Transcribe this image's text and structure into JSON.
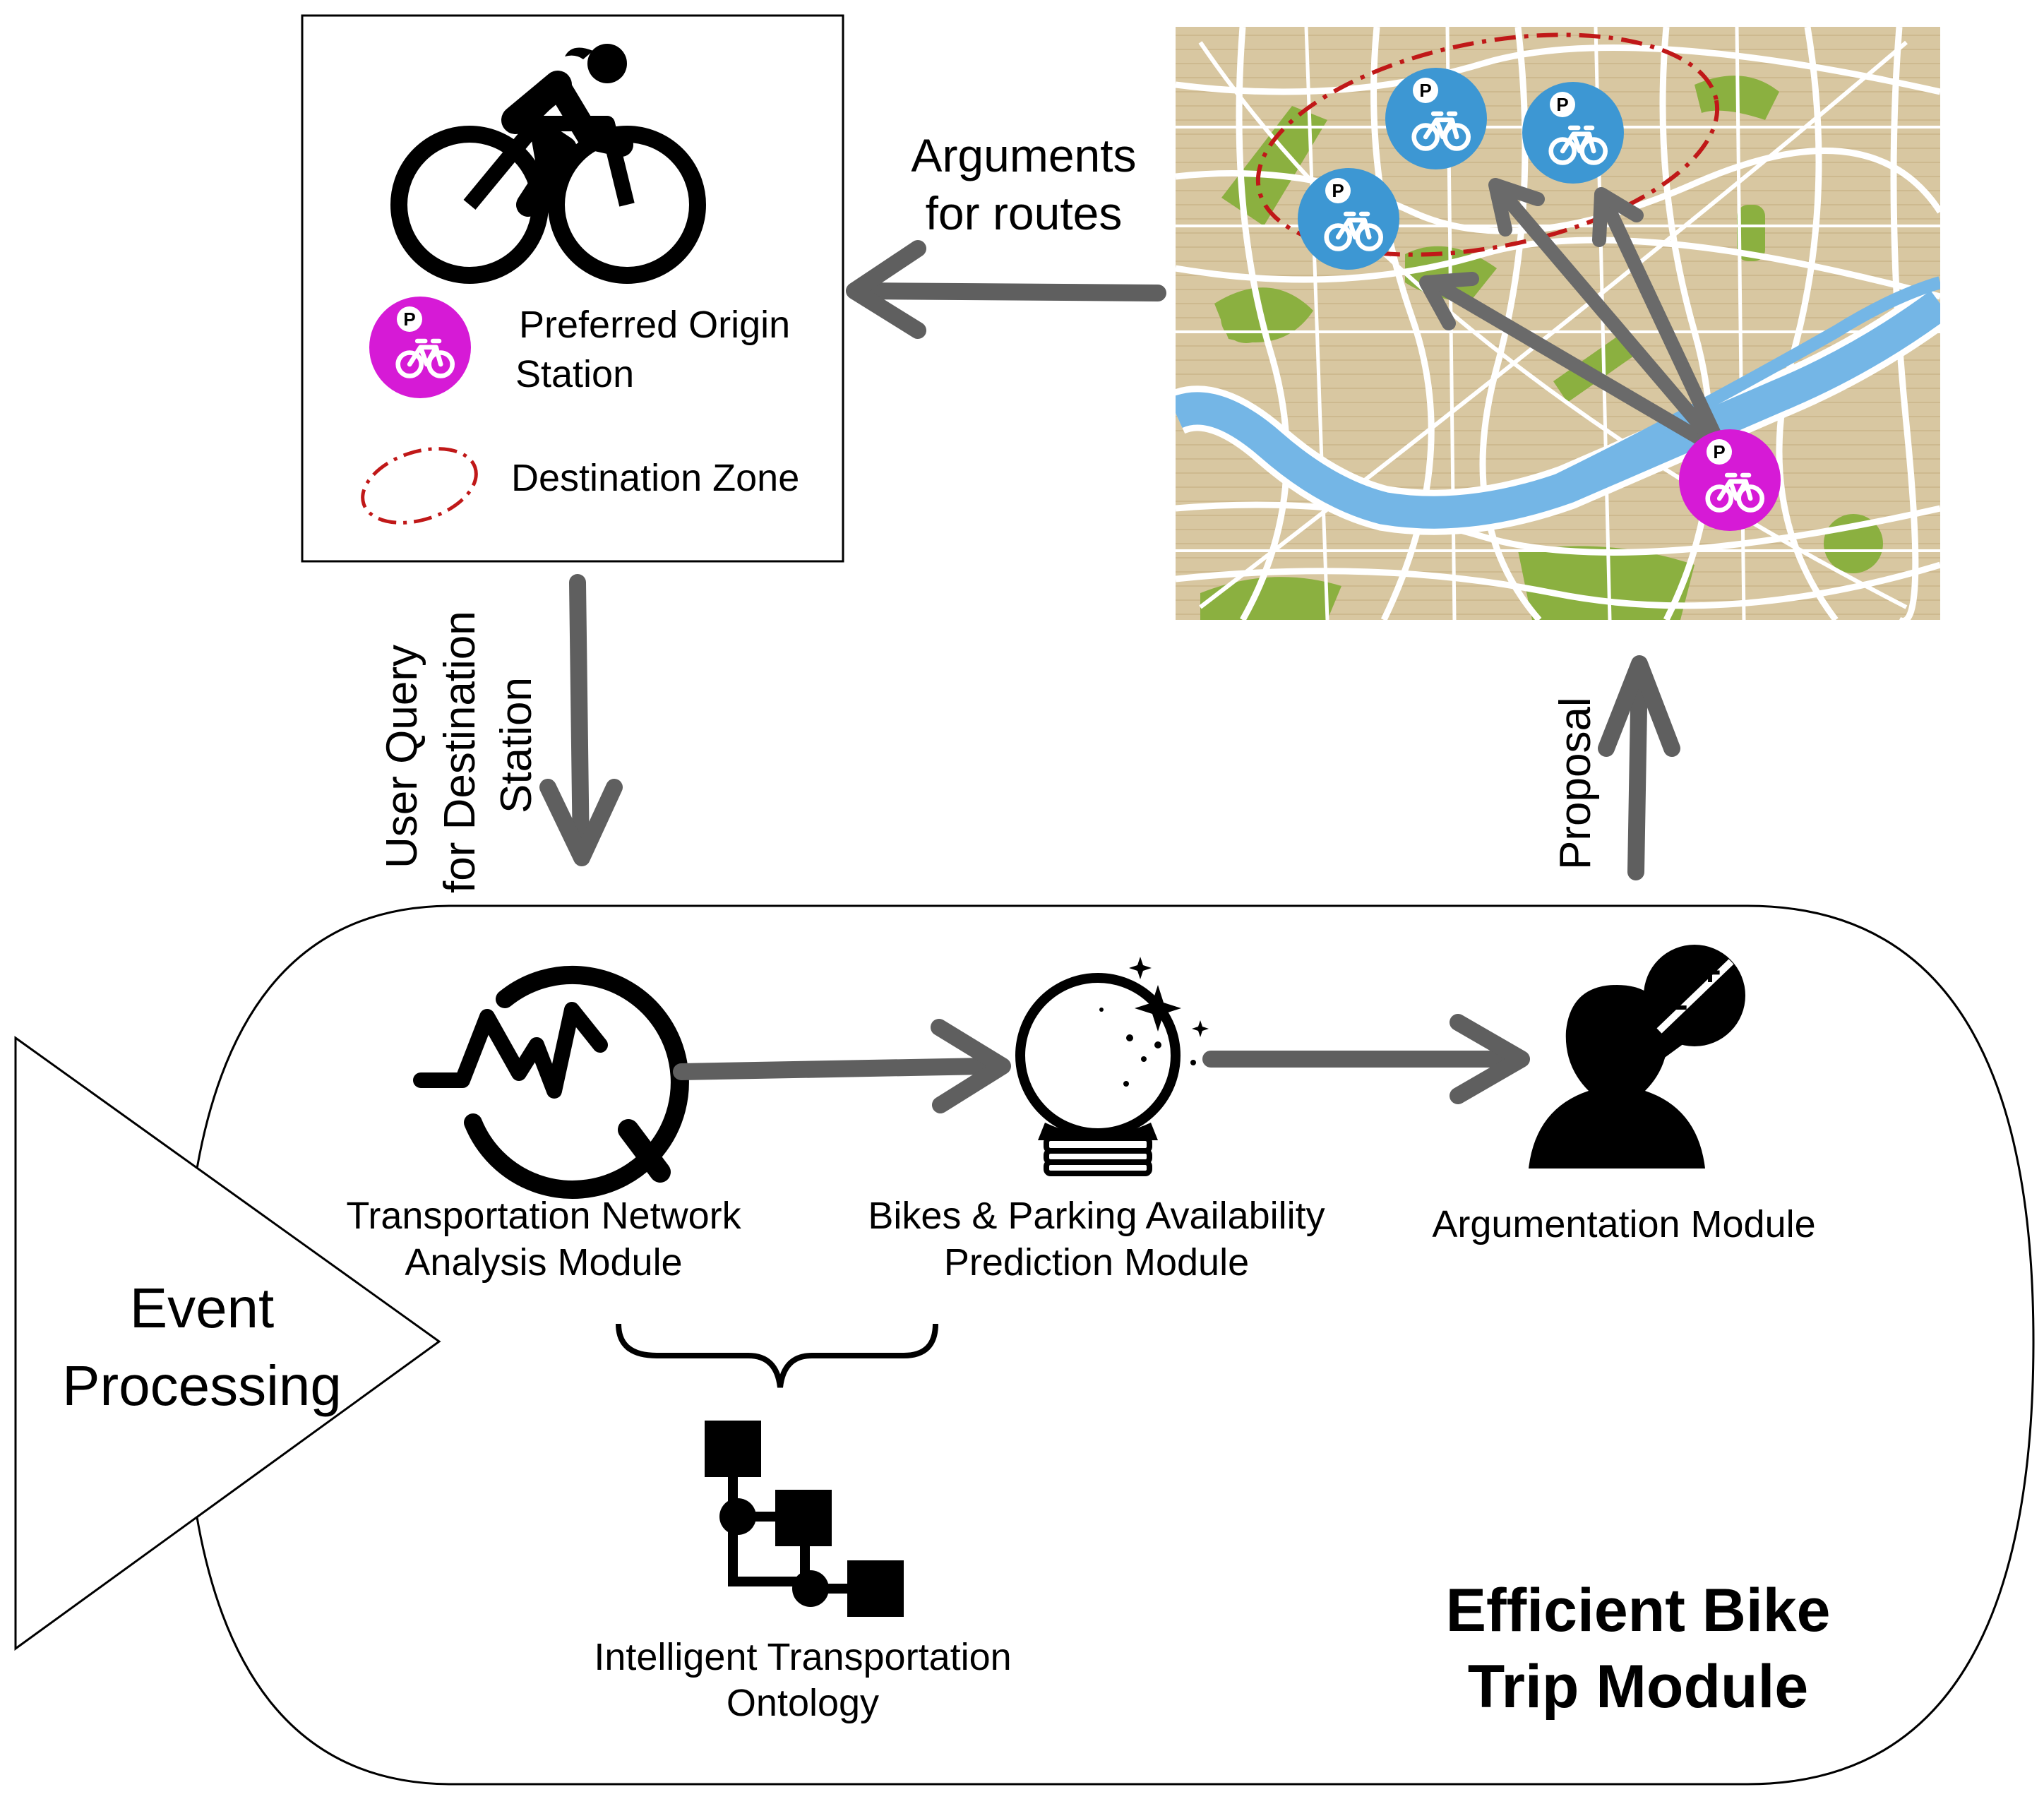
{
  "legend": {
    "origin_label_line1": "Preferred Origin",
    "origin_label_line2": "Station",
    "zone_label": "Destination Zone"
  },
  "map": {
    "arguments_label_line1": "Arguments",
    "arguments_label_line2": "for routes",
    "proposal_label": "Proposal"
  },
  "query": {
    "line1": "User Query",
    "line2": "for Destination",
    "line3": "Station"
  },
  "event_processing": {
    "line1": "Event",
    "line2": "Processing"
  },
  "modules": {
    "network_line1": "Transportation Network",
    "network_line2": "Analysis Module",
    "prediction_line1": "Bikes & Parking Availability",
    "prediction_line2": "Prediction Module",
    "argumentation": "Argumentation Module",
    "ontology_line1": "Intelligent Transportation",
    "ontology_line2": "Ontology"
  },
  "container": {
    "title_line1": "Efficient Bike",
    "title_line2": "Trip Module"
  },
  "icons": {
    "parking_glyph": "P",
    "argument_plus": "+",
    "argument_minus": "−"
  },
  "colors": {
    "origin_station": "#d61ad6",
    "destination_station": "#3d97d3",
    "destination_zone": "#c01818",
    "arrow": "#5f5f5f",
    "map_land": "#d7c6a0",
    "map_park": "#8bb040",
    "map_river": "#74b6e6"
  }
}
